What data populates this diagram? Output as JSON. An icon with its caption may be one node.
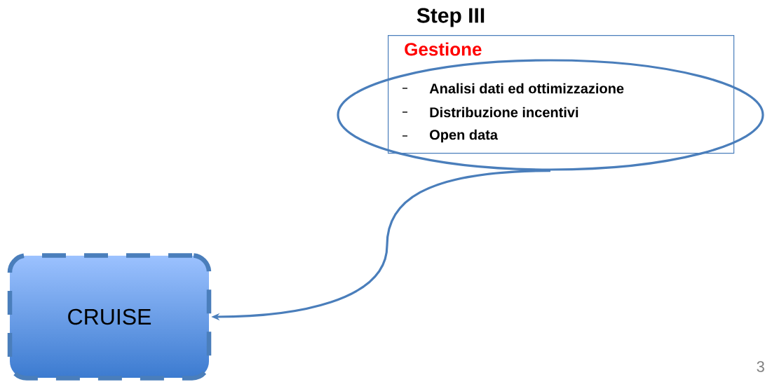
{
  "diagram": {
    "nodes": [
      {
        "text": [
          "Step III",
          "Gestione",
          "Analisi dati ed ottimizzazione",
          "Distribuzione incentivi",
          "Open data"
        ]
      },
      {
        "text": [],
        "shape": "ellipse"
      },
      {
        "text": [
          "CRUISE"
        ]
      }
    ],
    "edges": [
      {
        "from": 1,
        "to": 2,
        "arrow": "to"
      }
    ],
    "labels": [
      "3"
    ]
  }
}
